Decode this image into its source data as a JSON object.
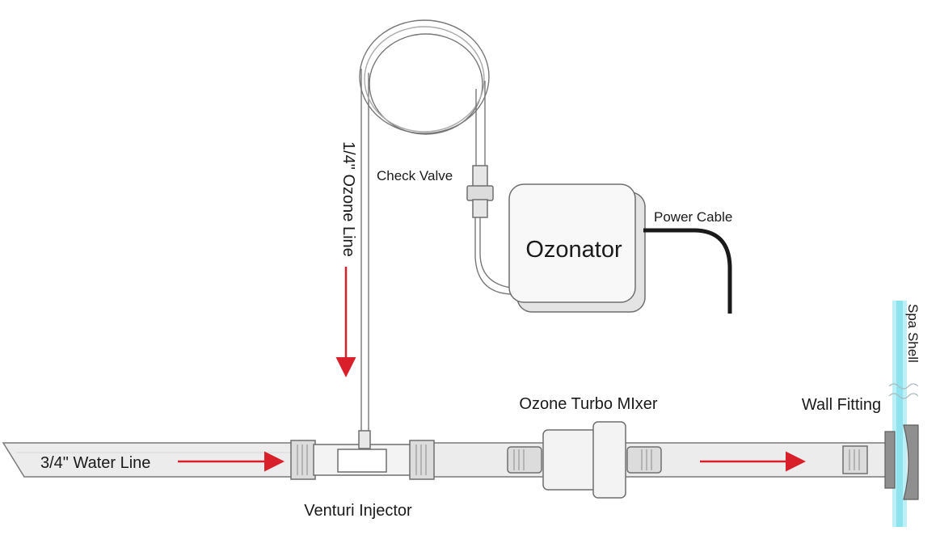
{
  "labels": {
    "ozone_line": "1/4\" Ozone Line",
    "check_valve": "Check Valve",
    "ozonator": "Ozonator",
    "power_cable": "Power Cable",
    "spa_shell": "Spa Shell",
    "ozone_turbo_mixer": "Ozone Turbo MIxer",
    "wall_fitting": "Wall Fitting",
    "water_line": "3/4\" Water Line",
    "venturi_injector": "Venturi Injector"
  },
  "colors": {
    "arrow": "#d9202a",
    "spa_shell": "#8fe3ef",
    "pipe_fill": "#ececec",
    "outline": "#6e6e6e"
  }
}
